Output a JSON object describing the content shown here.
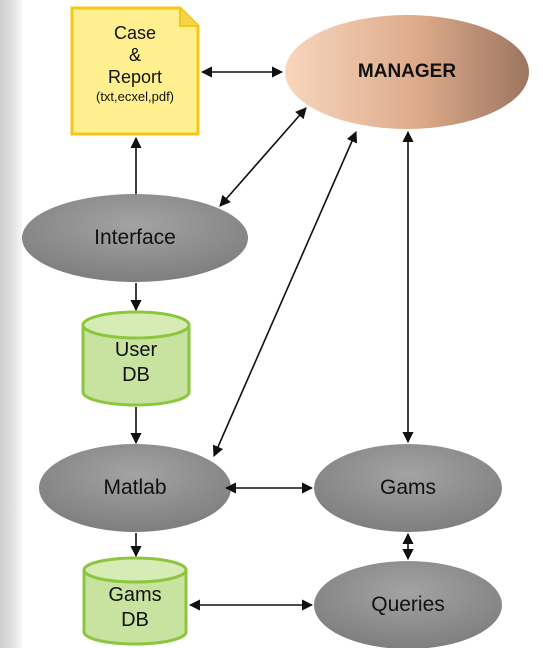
{
  "nodes": {
    "report": {
      "line1": "Case",
      "line2": "&",
      "line3": "Report",
      "sub": "(txt,ecxel,pdf)"
    },
    "manager": {
      "label": "MANAGER"
    },
    "interface": {
      "label": "Interface"
    },
    "user_db": {
      "line1": "User",
      "line2": "DB"
    },
    "matlab": {
      "label": "Matlab"
    },
    "gams": {
      "label": "Gams"
    },
    "gams_db": {
      "line1": "Gams",
      "line2": "DB"
    },
    "queries": {
      "label": "Queries"
    }
  },
  "colors": {
    "report_fill": "#ffef8f",
    "report_border": "#f5c518",
    "manager_light": "#f5cdb0",
    "manager_dark": "#a07862",
    "ellipse_gray": "#8c8c8c",
    "db_green": "#c8e3a0",
    "db_border": "#8cc63f",
    "arrow": "#111111"
  },
  "edges": [
    {
      "from": "report",
      "to": "manager",
      "direction": "both"
    },
    {
      "from": "interface",
      "to": "report",
      "direction": "forward"
    },
    {
      "from": "interface",
      "to": "manager",
      "direction": "both"
    },
    {
      "from": "interface",
      "to": "user_db",
      "direction": "forward"
    },
    {
      "from": "user_db",
      "to": "matlab",
      "direction": "forward"
    },
    {
      "from": "matlab",
      "to": "manager",
      "direction": "both"
    },
    {
      "from": "matlab",
      "to": "gams",
      "direction": "both"
    },
    {
      "from": "manager",
      "to": "gams",
      "direction": "both"
    },
    {
      "from": "matlab",
      "to": "gams_db",
      "direction": "forward"
    },
    {
      "from": "gams",
      "to": "queries",
      "direction": "both"
    },
    {
      "from": "gams_db",
      "to": "queries",
      "direction": "both"
    }
  ]
}
